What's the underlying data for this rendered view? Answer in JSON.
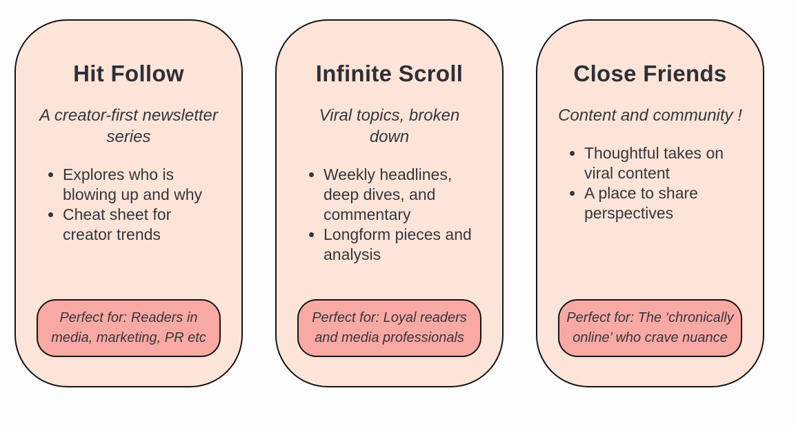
{
  "colors": {
    "page_background": "#fdfdfd",
    "card_background": "#fce5d8",
    "card_border": "#141414",
    "badge_background": "#f9a9a3",
    "text": "#36363d"
  },
  "cards": [
    {
      "title": "Hit Follow",
      "subtitle": "A creator-first newsletter series",
      "bullets": [
        "Explores who is blowing up and why",
        "Cheat sheet for creator trends"
      ],
      "badge": "Perfect for: Readers in media, marketing, PR etc"
    },
    {
      "title": "Infinite Scroll",
      "subtitle": "Viral topics, broken down",
      "bullets": [
        "Weekly headlines, deep dives, and commentary",
        "Longform pieces and analysis"
      ],
      "badge": "Perfect for: Loyal readers and media professionals"
    },
    {
      "title": "Close Friends",
      "subtitle": "Content and community !",
      "bullets": [
        "Thoughtful takes on viral content",
        "A place to share perspectives"
      ],
      "badge": "Perfect for: The ‘chronically online’ who crave nuance"
    }
  ]
}
